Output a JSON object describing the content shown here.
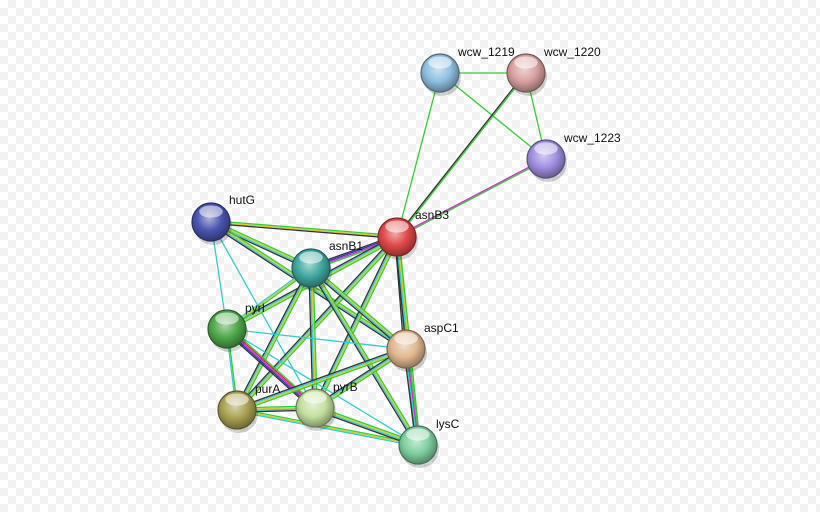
{
  "network": {
    "nodes": [
      {
        "id": "wcw_1219",
        "label": "wcw_1219",
        "color": "#8fbfe0"
      },
      {
        "id": "wcw_1220",
        "label": "wcw_1220",
        "color": "#d9a0a0"
      },
      {
        "id": "wcw_1223",
        "label": "wcw_1223",
        "color": "#a08fe0"
      },
      {
        "id": "hutG",
        "label": "hutG",
        "color": "#4a55b0"
      },
      {
        "id": "asnB3",
        "label": "asnB3",
        "color": "#e04848"
      },
      {
        "id": "asnB1",
        "label": "asnB1",
        "color": "#3fa8a0"
      },
      {
        "id": "pyrI",
        "label": "pyrI",
        "color": "#4ea84a"
      },
      {
        "id": "aspC1",
        "label": "aspC1",
        "color": "#e0b88f"
      },
      {
        "id": "purA",
        "label": "purA",
        "color": "#a8a050"
      },
      {
        "id": "pyrB",
        "label": "pyrB",
        "color": "#c4e0a0"
      },
      {
        "id": "lysC",
        "label": "lysC",
        "color": "#7fd0a0"
      }
    ],
    "edges": [
      {
        "from": "wcw_1219",
        "to": "wcw_1220",
        "colors": [
          "#33cc33"
        ]
      },
      {
        "from": "wcw_1219",
        "to": "wcw_1223",
        "colors": [
          "#33cc33"
        ]
      },
      {
        "from": "wcw_1220",
        "to": "wcw_1223",
        "colors": [
          "#33cc33"
        ]
      },
      {
        "from": "wcw_1219",
        "to": "asnB3",
        "colors": [
          "#33cc33"
        ]
      },
      {
        "from": "wcw_1220",
        "to": "asnB3",
        "colors": [
          "#33cc33",
          "#333333"
        ]
      },
      {
        "from": "wcw_1223",
        "to": "asnB3",
        "colors": [
          "#33cc33",
          "#cc33cc"
        ]
      },
      {
        "from": "hutG",
        "to": "asnB3",
        "colors": [
          "#33cc33",
          "#cccc33",
          "#333333"
        ]
      },
      {
        "from": "hutG",
        "to": "asnB1",
        "colors": [
          "#33cc33",
          "#cccc33",
          "#33cccc",
          "#333333"
        ]
      },
      {
        "from": "hutG",
        "to": "pyrI",
        "colors": [
          "#33cccc"
        ]
      },
      {
        "from": "hutG",
        "to": "aspC1",
        "colors": [
          "#33cc33",
          "#cccc33",
          "#33cccc",
          "#333333"
        ]
      },
      {
        "from": "hutG",
        "to": "pyrB",
        "colors": [
          "#33cccc"
        ]
      },
      {
        "from": "asnB3",
        "to": "asnB1",
        "colors": [
          "#33cc33",
          "#cc33cc",
          "#3333cc",
          "#333333"
        ]
      },
      {
        "from": "asnB3",
        "to": "pyrI",
        "colors": [
          "#33cc33",
          "#cccc33",
          "#33cccc",
          "#333333"
        ]
      },
      {
        "from": "asnB3",
        "to": "purA",
        "colors": [
          "#33cc33",
          "#cccc33",
          "#33cccc",
          "#333333"
        ]
      },
      {
        "from": "asnB3",
        "to": "pyrB",
        "colors": [
          "#33cc33",
          "#cccc33",
          "#33cccc",
          "#333333"
        ]
      },
      {
        "from": "asnB3",
        "to": "aspC1",
        "colors": [
          "#33cc33",
          "#cccc33",
          "#33cccc",
          "#333333"
        ]
      },
      {
        "from": "asnB3",
        "to": "lysC",
        "colors": [
          "#33cc33",
          "#cccc33",
          "#33cccc",
          "#333333"
        ]
      },
      {
        "from": "asnB1",
        "to": "pyrI",
        "colors": [
          "#33cc33",
          "#cccc33",
          "#33cccc"
        ]
      },
      {
        "from": "asnB1",
        "to": "purA",
        "colors": [
          "#33cc33",
          "#cccc33",
          "#33cccc",
          "#333333"
        ]
      },
      {
        "from": "asnB1",
        "to": "pyrB",
        "colors": [
          "#33cc33",
          "#cccc33",
          "#33cccc",
          "#333333"
        ]
      },
      {
        "from": "asnB1",
        "to": "aspC1",
        "colors": [
          "#33cc33",
          "#cccc33",
          "#33cccc",
          "#333333"
        ]
      },
      {
        "from": "asnB1",
        "to": "lysC",
        "colors": [
          "#33cc33",
          "#cccc33",
          "#33cccc",
          "#333333"
        ]
      },
      {
        "from": "pyrI",
        "to": "purA",
        "colors": [
          "#33cc33",
          "#33cccc"
        ]
      },
      {
        "from": "pyrI",
        "to": "pyrB",
        "colors": [
          "#33cc33",
          "#cc3333",
          "#cc33cc",
          "#3333cc",
          "#333333"
        ]
      },
      {
        "from": "pyrI",
        "to": "aspC1",
        "colors": [
          "#33cccc"
        ]
      },
      {
        "from": "pyrI",
        "to": "lysC",
        "colors": [
          "#33cccc"
        ]
      },
      {
        "from": "aspC1",
        "to": "purA",
        "colors": [
          "#33cc33",
          "#cccc33",
          "#33cccc",
          "#333333"
        ]
      },
      {
        "from": "aspC1",
        "to": "pyrB",
        "colors": [
          "#33cc33",
          "#cccc33",
          "#33cccc",
          "#333333"
        ]
      },
      {
        "from": "aspC1",
        "to": "lysC",
        "colors": [
          "#33cc33",
          "#cc33cc",
          "#33cccc",
          "#333333"
        ]
      },
      {
        "from": "purA",
        "to": "pyrB",
        "colors": [
          "#33cc33",
          "#cccc33",
          "#33cccc",
          "#333333"
        ]
      },
      {
        "from": "purA",
        "to": "lysC",
        "colors": [
          "#33cc33",
          "#cccc33",
          "#33cccc"
        ]
      },
      {
        "from": "pyrB",
        "to": "lysC",
        "colors": [
          "#33cc33",
          "#cccc33",
          "#33cccc",
          "#333333"
        ]
      }
    ]
  }
}
